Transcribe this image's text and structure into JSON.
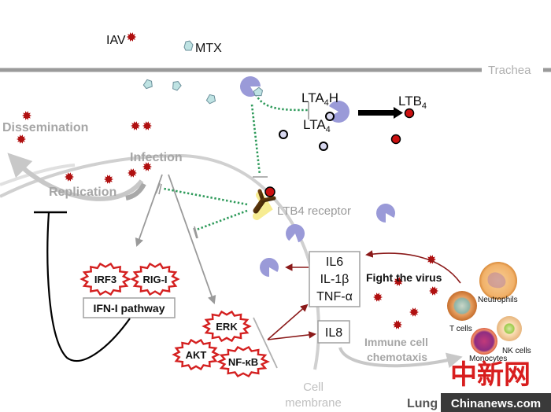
{
  "figure": {
    "type": "biological pathway diagram",
    "topic": "Influenza A virus (IAV) infection, methotrexate (MTX) inhibition of LTB4 signaling, and immune response"
  },
  "legend": {
    "iav_label": "IAV",
    "mtx_label": "MTX"
  },
  "regions": {
    "trachea": "Trachea",
    "cell_membrane_line1": "Cell",
    "cell_membrane_line2": "membrane",
    "lung": "Lung"
  },
  "enzymes": {
    "lta4h": {
      "base": "LTA",
      "sub": "4",
      "suffix": "H"
    },
    "lta4": {
      "base": "LTA",
      "sub": "4"
    },
    "ltb4": {
      "base": "LTB",
      "sub": "4"
    }
  },
  "processes": {
    "dissemination": "Dissemination",
    "infection": "Infection",
    "replication": "Replication",
    "ltb4_receptor": "LTB4 receptor",
    "fight_the_virus": "Fight the virus",
    "chemotaxis_line1": "Immune cell",
    "chemotaxis_line2": "chemotaxis"
  },
  "signaling": {
    "ifn_bursts": [
      "IRF3",
      "RIG-I"
    ],
    "ifn_box": "IFN-I pathway",
    "kinase_bursts": [
      "ERK",
      "AKT",
      "NF-κB"
    ]
  },
  "cytokines": {
    "box1": [
      "IL6",
      "IL-1β",
      "TNF-α"
    ],
    "box2": "IL8"
  },
  "immune_cells": [
    {
      "name": "Neutrophils"
    },
    {
      "name": "T cells"
    },
    {
      "name": "NK cells"
    },
    {
      "name": "Monocytes"
    }
  ],
  "watermark": {
    "cn_text": "中新网",
    "site": "Chinanews.com"
  },
  "colors": {
    "virus": "#b01010",
    "mtx": "#bfe3e3",
    "enzyme": "#9a9ad8",
    "lta4_dot": "#d8d8f0",
    "ltb4_dot": "#cc1111",
    "inhibition_green": "#2e9a5a",
    "burst_red": "#d42020",
    "arrow_red": "#8b1a1a",
    "gray_text": "#a6a6a6"
  }
}
